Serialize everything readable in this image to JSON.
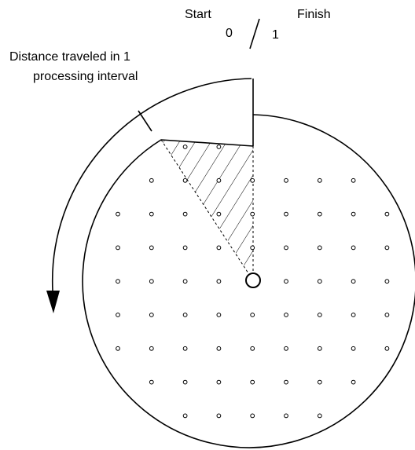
{
  "labels": {
    "start": "Start",
    "finish": "Finish",
    "zero": "0",
    "one": "1",
    "distance_line1": "Distance traveled in 1",
    "distance_line2": "processing interval"
  },
  "colors": {
    "stroke": "#000000",
    "background": "#ffffff"
  }
}
